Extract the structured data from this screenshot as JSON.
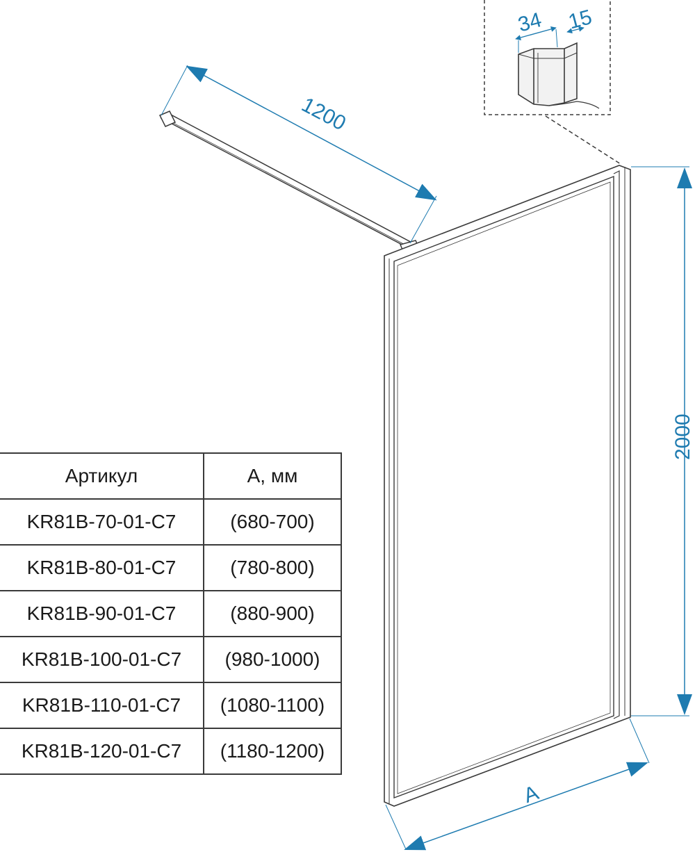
{
  "dimensions": {
    "profile_width": "34",
    "profile_depth": "15",
    "stabilizer_length": "1200",
    "panel_height": "2000",
    "panel_width": "A"
  },
  "table": {
    "headers": [
      "Артикул",
      "A, мм"
    ],
    "rows": [
      [
        "KR81B-70-01-C7",
        "(680-700)"
      ],
      [
        "KR81B-80-01-C7",
        "(780-800)"
      ],
      [
        "KR81B-90-01-C7",
        "(880-900)"
      ],
      [
        "KR81B-100-01-C7",
        "(980-1000)"
      ],
      [
        "KR81B-110-01-C7",
        "(1080-1100)"
      ],
      [
        "KR81B-120-01-C7",
        "(1180-1200)"
      ]
    ]
  },
  "colors": {
    "dimension": "#1e7bb0",
    "line": "#3a3a3a"
  }
}
